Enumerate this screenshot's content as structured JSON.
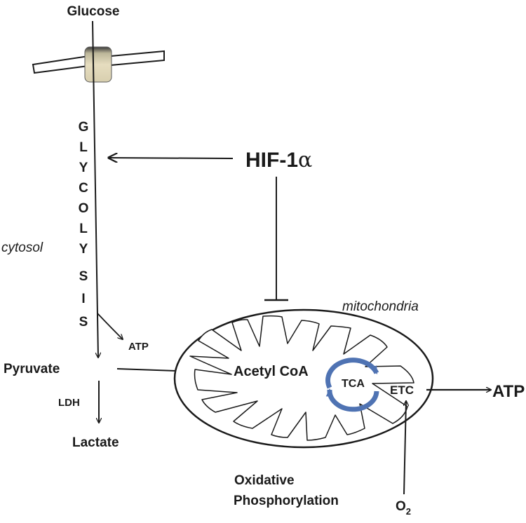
{
  "labels": {
    "glucose": "Glucose",
    "glycolysis_letters": [
      "G",
      "L",
      "Y",
      "C",
      "O",
      "L",
      "Y",
      "S",
      "I",
      "S"
    ],
    "hif_prefix": "HIF-1",
    "hif_alpha": "α",
    "cytosol": "cytosol",
    "mitochondria": "mitochondria",
    "atp_small": "ATP",
    "pyruvate": "Pyruvate",
    "ldh": "LDH",
    "lactate": "Lactate",
    "acetyl_coa": "Acetyl CoA",
    "tca": "TCA",
    "etc": "ETC",
    "atp_large": "ATP",
    "oxidative": "Oxidative",
    "phosphorylation": "Phosphorylation",
    "o2_main": "O",
    "o2_sub": "2"
  },
  "colors": {
    "ink": "#1a1a1a",
    "tca_cycle": "#4f73b3",
    "transporter_top": "#3f3f3f",
    "transporter_body": "#e5dcbd"
  }
}
